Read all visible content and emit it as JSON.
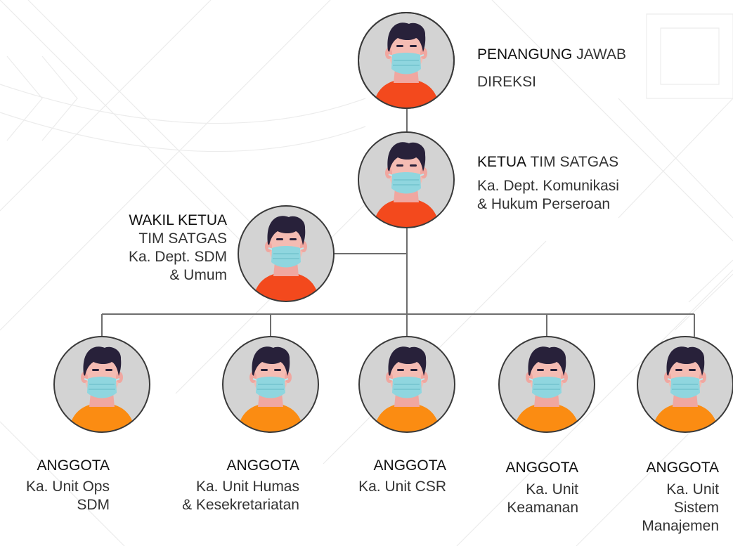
{
  "colors": {
    "circle_fill": "#d3d3d3",
    "circle_stroke": "#3a3a3a",
    "line": "#6e6e6e",
    "shirt_leader": "#f3491d",
    "shirt_member": "#fb8c12",
    "hair": "#28213a",
    "skin": "#f4bcb3",
    "mask": "#8fd6df"
  },
  "icons": {
    "person": "masked-person-icon"
  },
  "nodes": {
    "penanggung": {
      "role_bold": "PENANGUNG",
      "role_rest": " JAWAB",
      "line1": "DIREKSI"
    },
    "ketua": {
      "role_bold": "KETUA",
      "role_rest": " TIM SATGAS",
      "line1": "Ka. Dept. Komunikasi",
      "line2": "& Hukum Perseroan"
    },
    "wakil": {
      "role": "WAKIL KETUA",
      "line1": "TIM SATGAS",
      "line2": "Ka. Dept. SDM",
      "line3": "& Umum"
    },
    "members": [
      {
        "role": "ANGGOTA",
        "line1": "Ka. Unit  Ops",
        "line2": "SDM"
      },
      {
        "role": "ANGGOTA",
        "line1": "Ka. Unit  Humas",
        "line2": "& Kesekretariatan"
      },
      {
        "role": "ANGGOTA",
        "line1": "Ka. Unit  CSR"
      },
      {
        "role": "ANGGOTA",
        "line1": "Ka. Unit",
        "line2": "Keamanan"
      },
      {
        "role": "ANGGOTA",
        "line1": "Ka. Unit",
        "line2": "Sistem",
        "line3": "Manajemen"
      }
    ]
  }
}
